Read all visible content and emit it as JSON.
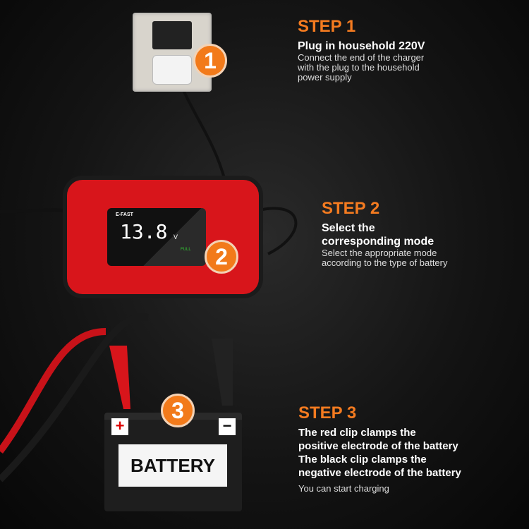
{
  "steps": [
    {
      "title": "STEP 1",
      "heading": "Plug in household 220V",
      "description": [
        "Connect the end of the charger",
        "with the plug to the household",
        "power supply"
      ],
      "badge": "1"
    },
    {
      "title": "STEP 2",
      "heading": [
        "Select the",
        "corresponding mode"
      ],
      "description": [
        "Select the appropriate mode",
        "according to the type of battery"
      ],
      "badge": "2"
    },
    {
      "title": "STEP 3",
      "heading": [
        "The red clip clamps the",
        "positive electrode of the battery",
        "The black clip clamps the",
        "negative electrode of the battery"
      ],
      "description": [
        "You can start charging"
      ],
      "badge": "3"
    }
  ],
  "charger": {
    "brand": "E-FAST",
    "voltage": "13.8",
    "unit": "V",
    "status_full": "FULL"
  },
  "battery": {
    "label": "BATTERY",
    "positive": "+",
    "negative": "−"
  },
  "colors": {
    "accent": "#f47b20",
    "charger_red": "#d8151b"
  }
}
